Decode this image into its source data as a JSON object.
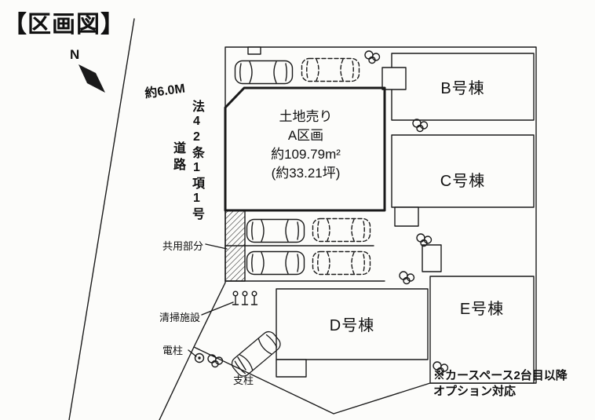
{
  "title": "【区画図】",
  "compass": {
    "north_label": "N"
  },
  "road": {
    "width_label": "約6.0M",
    "law_label": "法42条1項1号",
    "name_label": "道路"
  },
  "parcel_a": {
    "line1": "土地売り",
    "line2": "A区画",
    "line3": "約109.79m²",
    "line4": "(約33.21坪)"
  },
  "buildings": {
    "b": "B号棟",
    "c": "C号棟",
    "d": "D号棟",
    "e": "E号棟"
  },
  "site_labels": {
    "common_area": "共用部分",
    "cleaning_facility": "清掃施設",
    "utility_pole": "電柱",
    "support_pole": "支柱"
  },
  "footnote": {
    "line1": "※カースペース2台目以降",
    "line2": "オプション対応"
  },
  "colors": {
    "ink": "#1a1a1a",
    "paper": "#fcfcfa"
  }
}
